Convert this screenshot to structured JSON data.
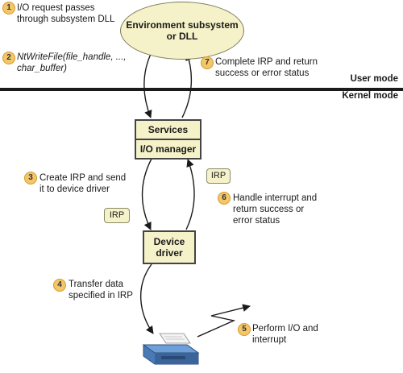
{
  "nodes": {
    "environment": "Environment subsystem or DLL",
    "services": "Services",
    "io_manager": "I/O manager",
    "device_driver": "Device driver"
  },
  "modes": {
    "user": "User mode",
    "kernel": "Kernel mode"
  },
  "irp_label": "IRP",
  "steps": [
    {
      "num": "1",
      "text": "I/O request passes\nthrough subsystem DLL"
    },
    {
      "num": "2",
      "text": "NtWriteFile(file_handle, ...,\nchar_buffer)"
    },
    {
      "num": "3",
      "text": "Create IRP and send\nit to device driver"
    },
    {
      "num": "4",
      "text": "Transfer data\nspecified in IRP"
    },
    {
      "num": "5",
      "text": "Perform I/O and\ninterrupt"
    },
    {
      "num": "6",
      "text": "Handle interrupt and\nreturn success or\nerror status"
    },
    {
      "num": "7",
      "text": "Complete IRP and return\nsuccess or error status"
    }
  ],
  "colors": {
    "node_fill": "#f5f2c9",
    "badge": "#f3c66a"
  },
  "icons": {
    "device": "printer-icon"
  }
}
